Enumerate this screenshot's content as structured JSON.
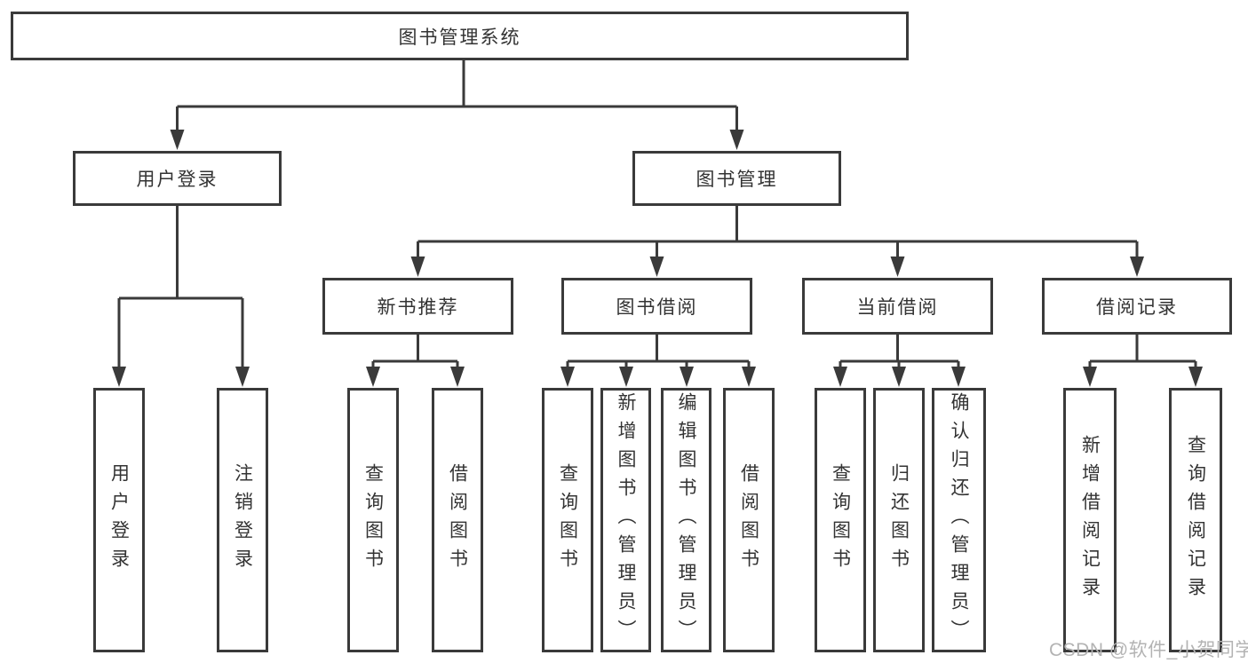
{
  "colors": {
    "line": "#3a3a3a",
    "text": "#333333",
    "box_background": "#ffffff",
    "watermark": "#b3b3b3",
    "background": "#ffffff"
  },
  "watermark": {
    "text": "CSDN @软件_小贺同学"
  },
  "tree": {
    "label": "图书管理系统",
    "children": [
      {
        "label": "用户登录",
        "children": [
          {
            "label": "用户登录"
          },
          {
            "label": "注销登录"
          }
        ]
      },
      {
        "label": "图书管理",
        "children": [
          {
            "label": "新书推荐",
            "children": [
              {
                "label": "查询图书"
              },
              {
                "label": "借阅图书"
              }
            ]
          },
          {
            "label": "图书借阅",
            "children": [
              {
                "label": "查询图书"
              },
              {
                "label": "新增图书（管理员）"
              },
              {
                "label": "编辑图书（管理员）"
              },
              {
                "label": "借阅图书"
              }
            ]
          },
          {
            "label": "当前借阅",
            "children": [
              {
                "label": "查询图书"
              },
              {
                "label": "归还图书"
              },
              {
                "label": "确认归还（管理员）"
              }
            ]
          },
          {
            "label": "借阅记录",
            "children": [
              {
                "label": "新增借阅记录"
              },
              {
                "label": "查询借阅记录"
              }
            ]
          }
        ]
      }
    ]
  }
}
